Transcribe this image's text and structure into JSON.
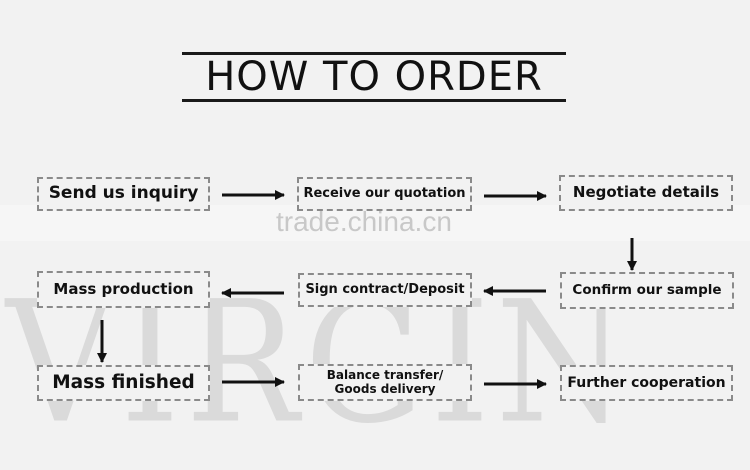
{
  "title": "HOW TO ORDER",
  "watermark": {
    "site": "trade.china.cn",
    "word": "VIRGIN"
  },
  "steps": [
    {
      "id": "send-inquiry",
      "label": "Send us inquiry"
    },
    {
      "id": "receive-quotation",
      "label": "Receive our quotation"
    },
    {
      "id": "negotiate-details",
      "label": "Negotiate details"
    },
    {
      "id": "confirm-sample",
      "label": "Confirm our sample"
    },
    {
      "id": "sign-contract",
      "label": "Sign contract/Deposit"
    },
    {
      "id": "mass-production",
      "label": "Mass production"
    },
    {
      "id": "mass-finished",
      "label": "Mass finished"
    },
    {
      "id": "balance-transfer",
      "label": "Balance transfer/\nGoods delivery"
    },
    {
      "id": "further-cooperation",
      "label": "Further cooperation"
    }
  ],
  "connections": [
    {
      "from": "send-inquiry",
      "to": "receive-quotation"
    },
    {
      "from": "receive-quotation",
      "to": "negotiate-details"
    },
    {
      "from": "negotiate-details",
      "to": "confirm-sample"
    },
    {
      "from": "confirm-sample",
      "to": "sign-contract"
    },
    {
      "from": "sign-contract",
      "to": "mass-production"
    },
    {
      "from": "mass-production",
      "to": "mass-finished"
    },
    {
      "from": "mass-finished",
      "to": "balance-transfer"
    },
    {
      "from": "balance-transfer",
      "to": "further-cooperation"
    }
  ],
  "colors": {
    "background": "#f2f2f2",
    "box_border": "#8a8a8a",
    "arrow": "#111111",
    "watermark": "#d6d6d6"
  }
}
